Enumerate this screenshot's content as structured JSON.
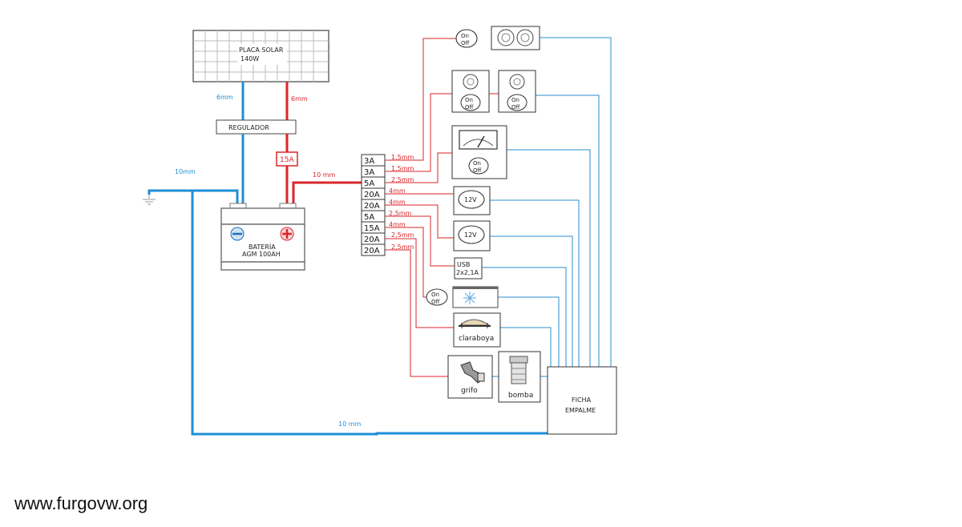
{
  "solar_panel": {
    "title": "PLACA SOLAR",
    "power": "140W"
  },
  "regulator": {
    "label": "REGULADOR"
  },
  "main_fuse": {
    "label": "15A"
  },
  "battery": {
    "line1": "BATERÍA",
    "line2": "AGM 100AH"
  },
  "wires": {
    "panel_neg": "6mm",
    "panel_pos": "6mm",
    "ground": "10mm",
    "battery_to_fusebox": "10 mm",
    "return_bottom": "10 mm"
  },
  "fuses": [
    {
      "rating": "3A",
      "wire": "1,5mm"
    },
    {
      "rating": "3A",
      "wire": "1,5mm"
    },
    {
      "rating": "5A",
      "wire": "2,5mm"
    },
    {
      "rating": "20A",
      "wire": "4mm"
    },
    {
      "rating": "20A",
      "wire": "4mm"
    },
    {
      "rating": "5A",
      "wire": "2,5mm"
    },
    {
      "rating": "15A",
      "wire": "4mm"
    },
    {
      "rating": "20A",
      "wire": "2,5mm"
    },
    {
      "rating": "20A",
      "wire": "2,5mm"
    }
  ],
  "switch": {
    "on": "On",
    "off": "Off"
  },
  "socket_12v": "12V",
  "usb": {
    "line1": "USB",
    "line2": "2x2,1A"
  },
  "skylight": "claraboya",
  "tap": "grifo",
  "pump": "bomba",
  "connector": {
    "line1": "FICHA",
    "line2": "EMPALME"
  },
  "watermark": "www.furgovw.org",
  "colors": {
    "positive": "#d9262a",
    "negative": "#1e8fd6",
    "box": "#333333"
  }
}
